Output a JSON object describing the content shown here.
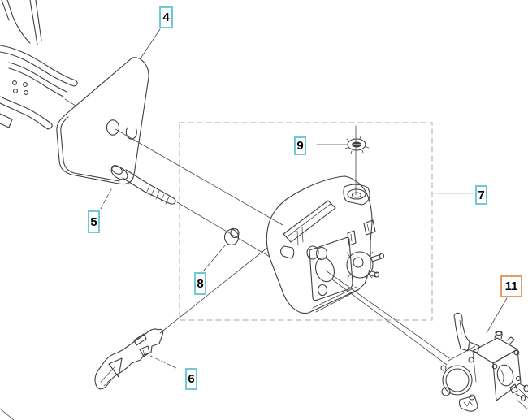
{
  "diagram": {
    "type": "exploded-parts-diagram",
    "callouts": [
      {
        "number": "4",
        "highlighted": false
      },
      {
        "number": "5",
        "highlighted": false
      },
      {
        "number": "6",
        "highlighted": false
      },
      {
        "number": "7",
        "highlighted": false
      },
      {
        "number": "8",
        "highlighted": false
      },
      {
        "number": "9",
        "highlighted": false
      },
      {
        "number": "11",
        "highlighted": true
      }
    ],
    "colors": {
      "background": "#ffffff",
      "line": "#3f3f3f",
      "light_line": "#c9c9c9",
      "dashed_box": "#b8b8b8",
      "callout_bg": "#ffffff",
      "callout_text": "#000000",
      "callout_border": "#6fc9d6",
      "callout_border_highlight": "#e89a62"
    }
  }
}
